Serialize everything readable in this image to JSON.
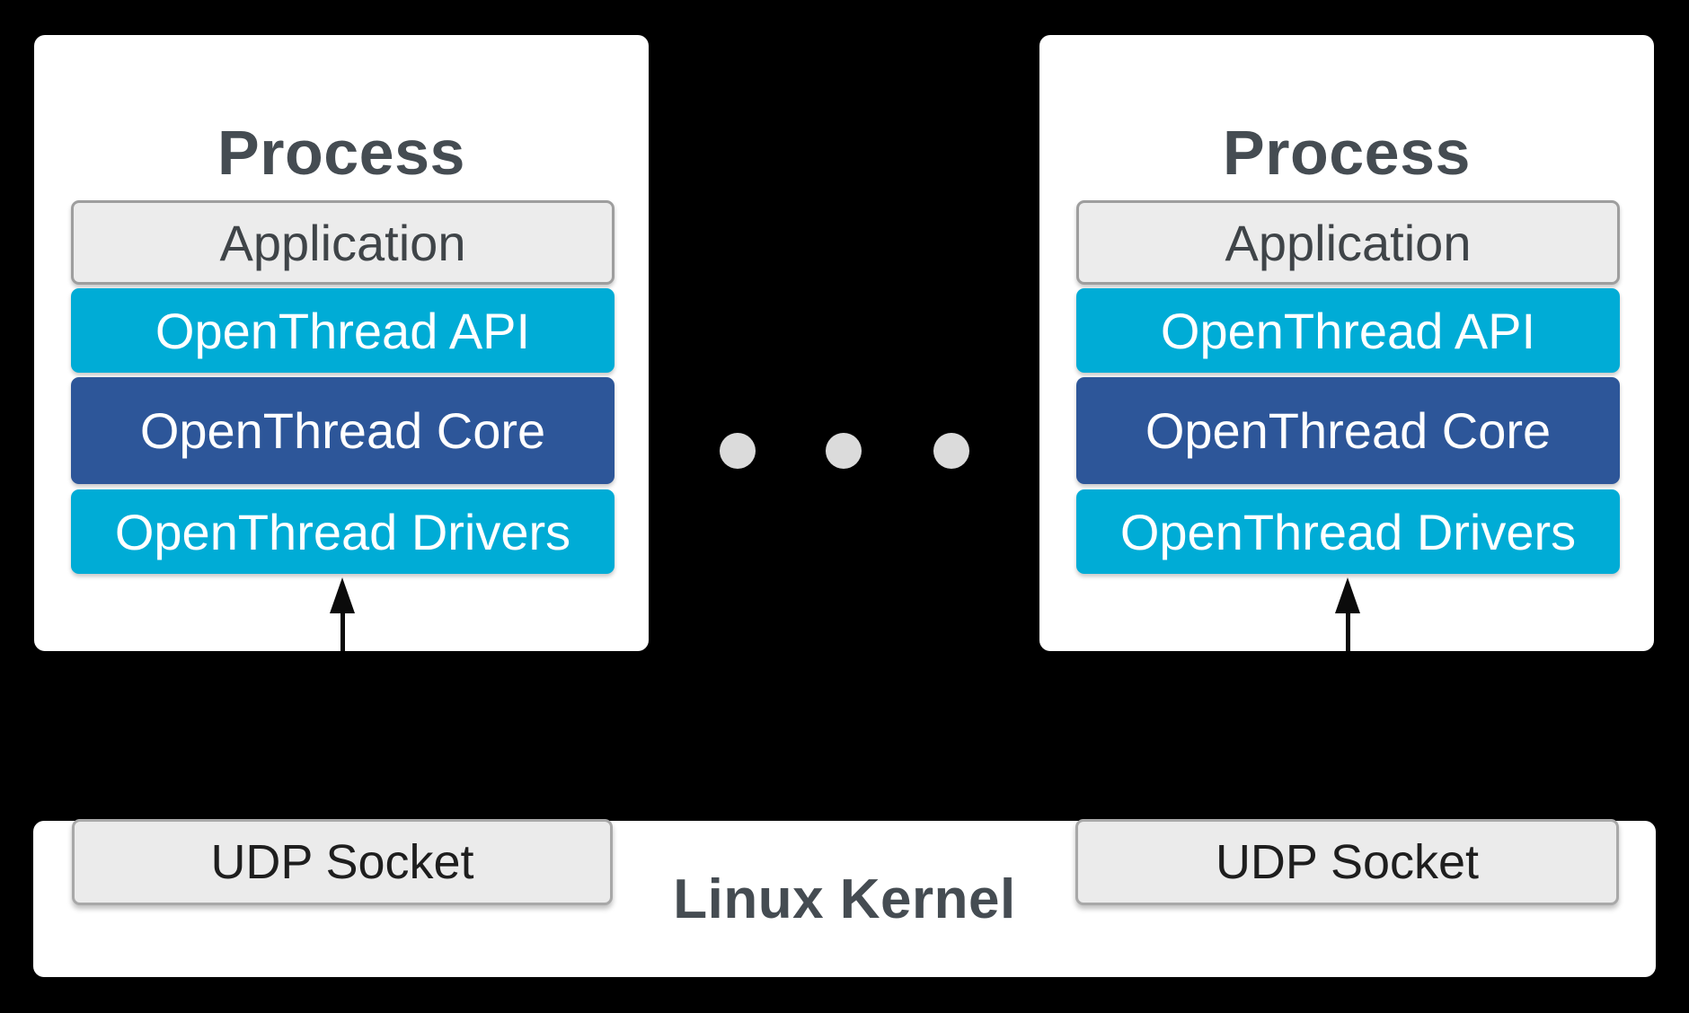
{
  "diagram": {
    "description": "OpenThread POSIX architecture diagram: multiple user-space processes over the Linux Kernel communicating via UDP sockets",
    "processes": [
      {
        "title": "Process",
        "layers": [
          {
            "name": "application",
            "label": "Application"
          },
          {
            "name": "openthread-api",
            "label": "OpenThread API"
          },
          {
            "name": "openthread-core",
            "label": "OpenThread Core"
          },
          {
            "name": "openthread-drivers",
            "label": "OpenThread Drivers"
          }
        ]
      },
      {
        "title": "Process",
        "layers": [
          {
            "name": "application",
            "label": "Application"
          },
          {
            "name": "openthread-api",
            "label": "OpenThread API"
          },
          {
            "name": "openthread-core",
            "label": "OpenThread Core"
          },
          {
            "name": "openthread-drivers",
            "label": "OpenThread Drivers"
          }
        ]
      }
    ],
    "ellipsis_dot_count": 3,
    "kernel": {
      "label": "Linux Kernel",
      "sockets": [
        {
          "label": "UDP Socket"
        },
        {
          "label": "UDP Socket"
        }
      ]
    },
    "colors": {
      "background": "#000000",
      "panel": "#ffffff",
      "cyan_layer": "#00acd6",
      "blue_layer": "#2d5699",
      "application_fill": "#ececec",
      "application_border": "#9e9e9e",
      "udp_fill": "#ebebeb",
      "udp_border": "#a8a8a8",
      "heading_text": "#454c52",
      "layer_text_light": "#ffffff",
      "application_text": "#3f4448",
      "udp_text": "#1e1e1e",
      "dot": "#dbdbdb",
      "arrow": "#0b0b0b"
    }
  }
}
